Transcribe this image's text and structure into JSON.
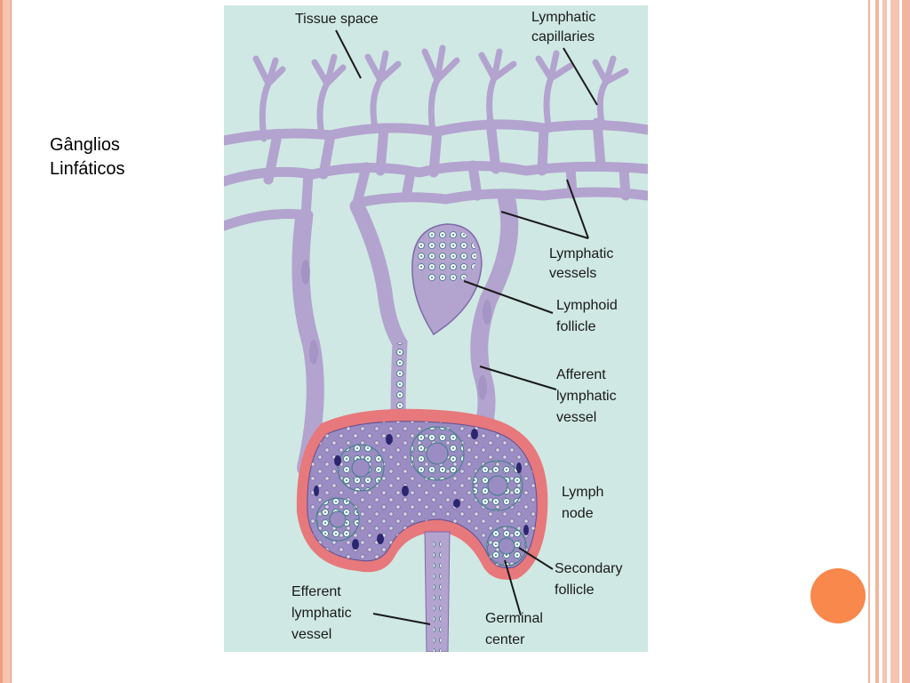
{
  "slide": {
    "title": "Gânglios\nLinfáticos"
  },
  "diagram": {
    "labels": {
      "tissue_space": "Tissue space",
      "lymphatic_capillaries_1": "Lymphatic",
      "lymphatic_capillaries_2": "capillaries",
      "lymphatic_vessels_1": "Lymphatic",
      "lymphatic_vessels_2": "vessels",
      "lymphoid_follicle_1": "Lymphoid",
      "lymphoid_follicle_2": "follicle",
      "afferent_1": "Afferent",
      "afferent_2": "lymphatic",
      "afferent_3": "vessel",
      "lymph_node_1": "Lymph",
      "lymph_node_2": "node",
      "secondary_follicle_1": "Secondary",
      "secondary_follicle_2": "follicle",
      "efferent_1": "Efferent",
      "efferent_2": "lymphatic",
      "efferent_3": "vessel",
      "germinal_center_1": "Germinal",
      "germinal_center_2": "center"
    }
  },
  "colors": {
    "figure_bg": "#cfe8e3",
    "vessel": "#b3a3cf",
    "vessel_stroke": "#7d6aa8",
    "node_capsule": "#e7787c",
    "accent_dot": "#f8884c",
    "slide_border": "#f6c4b0"
  }
}
